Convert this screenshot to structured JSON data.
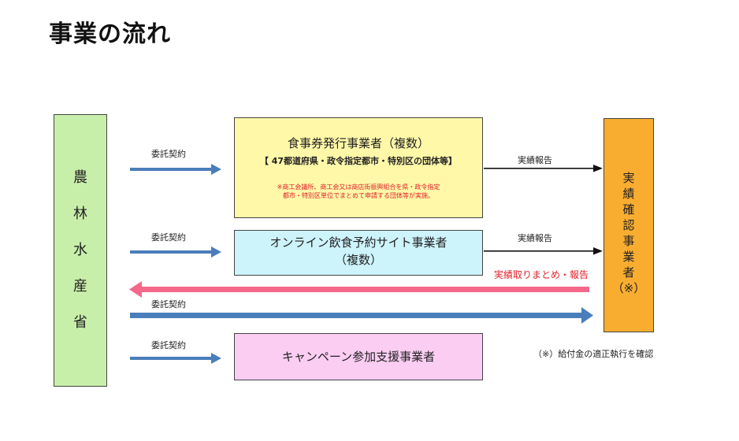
{
  "title": "事業の流れ",
  "maff": {
    "chars": [
      "農",
      "林",
      "水",
      "産",
      "省"
    ]
  },
  "boxes": {
    "ticket_issuer": {
      "title": "食事券発行事業者（複数）",
      "subtitle": "【 47都道府県・政令指定都市・特別区の団体等】",
      "note_line1": "※商工会議所、商工会又は商店街振興組合を県・政令指定",
      "note_line2": "都市・特別区単位でまとめて申請する団体等が実施。"
    },
    "online_booking": {
      "line1": "オンライン飲食予約サイト事業者",
      "line2": "（複数）"
    },
    "campaign_support": {
      "title": "キャンペーン参加支援事業者"
    },
    "verification": {
      "chars": [
        "実",
        "績",
        "確",
        "認",
        "事",
        "業",
        "者",
        "（※）"
      ]
    }
  },
  "labels": {
    "contract_1": "委託契約",
    "contract_2": "委託契約",
    "contract_3": "委託契約",
    "contract_4": "委託契約",
    "report_1": "実績報告",
    "report_2": "実績報告",
    "summary_report": "実績取りまとめ・報告"
  },
  "footnote": "（※）給付金の適正執行を確認",
  "colors": {
    "blue_arrow": "#4a7ebb",
    "pink_arrow": "#f4688a",
    "black_arrow": "#111111"
  }
}
